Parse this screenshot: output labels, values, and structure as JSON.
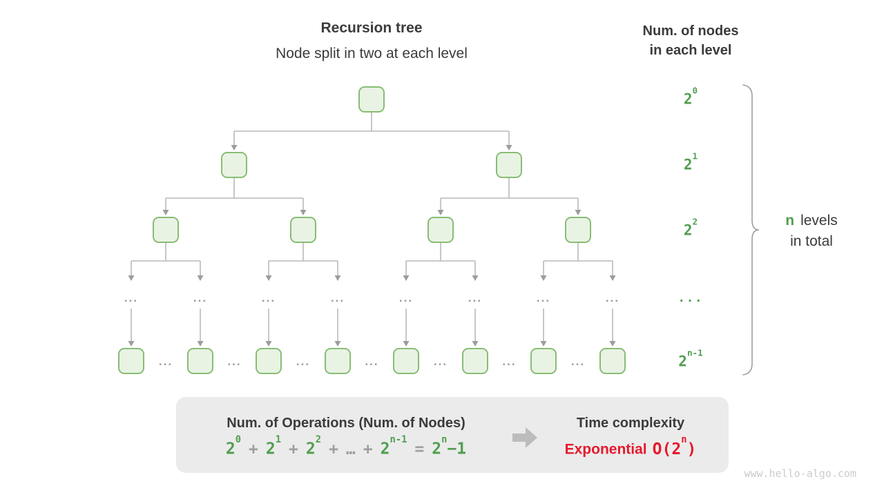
{
  "header": {
    "title": "Recursion tree",
    "subtitle": "Node split in two at each level"
  },
  "right_header": {
    "line1": "Num. of nodes",
    "line2": "in each level"
  },
  "tree": {
    "ellipsis": "..."
  },
  "level_labels": [
    {
      "base": "2",
      "sup": "0"
    },
    {
      "base": "2",
      "sup": "1"
    },
    {
      "base": "2",
      "sup": "2"
    },
    {
      "text": "..."
    },
    {
      "base": "2",
      "sup": "n-1"
    }
  ],
  "brace_label": {
    "n": "n",
    "rest": "levels",
    "line2": "in total"
  },
  "summary_box": {
    "title": "Num. of Operations (Num. of Nodes)",
    "formula_tokens": [
      {
        "base": "2",
        "sup": "0",
        "color": "green"
      },
      {
        "base": "+",
        "color": "gray"
      },
      {
        "base": "2",
        "sup": "1",
        "color": "green"
      },
      {
        "base": "+",
        "color": "gray"
      },
      {
        "base": "2",
        "sup": "2",
        "color": "green"
      },
      {
        "base": "+",
        "color": "gray"
      },
      {
        "base": "…",
        "color": "gray"
      },
      {
        "base": "+",
        "color": "gray"
      },
      {
        "base": "2",
        "sup": "n-1",
        "color": "green"
      },
      {
        "base": "=",
        "color": "gray"
      },
      {
        "base": "2",
        "sup": "n",
        "tail": "−1",
        "color": "green"
      }
    ],
    "arrow_icon": "right-block-arrow-icon",
    "time_title": "Time complexity",
    "complexity_word": "Exponential",
    "complexity_o": {
      "pre": "O(2",
      "sup": "n",
      "post": ")"
    }
  },
  "watermark": "www.hello-algo.com",
  "colors": {
    "green_text": "#4f9e4f",
    "node_border": "#87bd74",
    "node_fill": "#e9f3e4",
    "connector_line": "#b9b9b9",
    "arrowhead": "#9c9c9c",
    "brace": "#9e9e9e",
    "box_bg": "#ebebeb",
    "gray_text": "#9e9e9e",
    "red": "#e5192d",
    "dark_text": "#3b3b3b"
  }
}
